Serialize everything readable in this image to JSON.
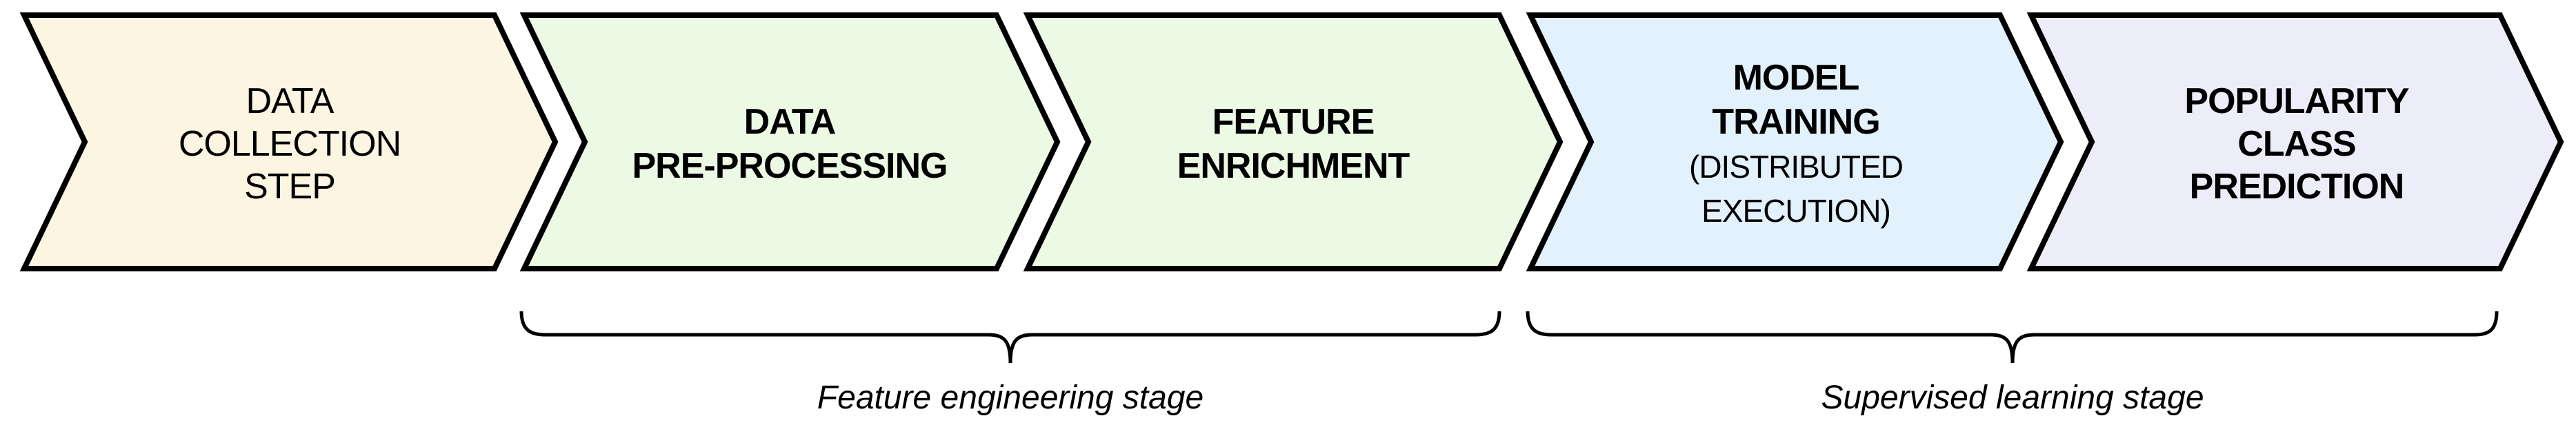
{
  "diagram": {
    "background": "#ffffff",
    "outline_color": "#000000",
    "steps": [
      {
        "name": "data-collection-step",
        "lines": [
          "DATA",
          "COLLECTION",
          "STEP"
        ],
        "fill": "#FCF5E1",
        "bold": false
      },
      {
        "name": "data-pre-processing",
        "lines": [
          "DATA",
          "PRE-PROCESSING"
        ],
        "fill": "#ECF9E4",
        "bold": true
      },
      {
        "name": "feature-enrichment",
        "lines": [
          "FEATURE",
          "ENRICHMENT"
        ],
        "fill": "#ECF9E4",
        "bold": true
      },
      {
        "name": "model-training",
        "lines": [
          "MODEL",
          "TRAINING"
        ],
        "sub_lines": [
          "(DISTRIBUTED",
          "EXECUTION)"
        ],
        "fill": "#E2F1FB",
        "bold": true
      },
      {
        "name": "popularity-class-prediction",
        "lines": [
          "POPULARITY",
          "CLASS",
          "PREDICTION"
        ],
        "fill": "#EDEDFA",
        "bold": true
      }
    ],
    "stages": [
      {
        "label": "Feature engineering stage"
      },
      {
        "label": "Supervised learning stage"
      }
    ]
  }
}
